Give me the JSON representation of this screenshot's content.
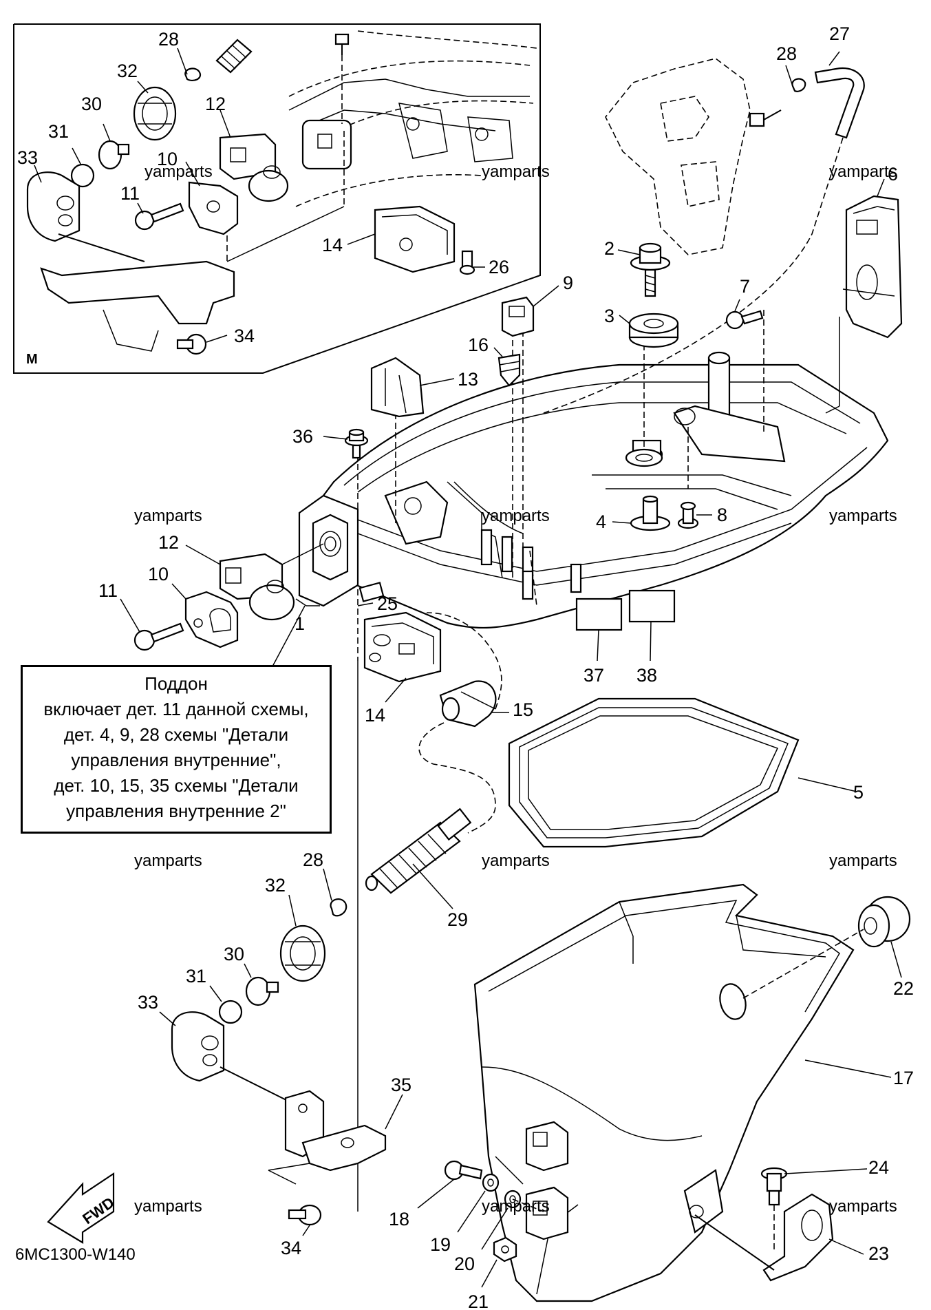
{
  "diagram_code": "6MC1300-W140",
  "inset_label": "M",
  "fwd_label": "FWD",
  "watermark": "yamparts",
  "note": {
    "lines": [
      "Поддон",
      "включает дет. 11 данной схемы,",
      "дет. 4, 9, 28 схемы \"Детали",
      "управления внутренние\",",
      "дет. 10, 15, 35 схемы \"Детали",
      "управления внутренние 2\""
    ]
  },
  "callouts": {
    "inset_28": "28",
    "inset_32": "32",
    "inset_30": "30",
    "inset_31": "31",
    "inset_33": "33",
    "inset_12": "12",
    "inset_10": "10",
    "inset_11": "11",
    "inset_14": "14",
    "inset_26": "26",
    "inset_34": "34",
    "p27": "27",
    "p28_top": "28",
    "p6": "6",
    "p2": "2",
    "p3": "3",
    "p7": "7",
    "p9": "9",
    "p16": "16",
    "p13": "13",
    "p36": "36",
    "p4": "4",
    "p8": "8",
    "p12": "12",
    "p10": "10",
    "p11": "11",
    "p1": "1",
    "p25": "25",
    "p14": "14",
    "p37": "37",
    "p38": "38",
    "p15": "15",
    "p5": "5",
    "p28": "28",
    "p32": "32",
    "p29": "29",
    "p30": "30",
    "p31": "31",
    "p33": "33",
    "p22": "22",
    "p17": "17",
    "p35": "35",
    "p34": "34",
    "p24": "24",
    "p18": "18",
    "p19": "19",
    "p20": "20",
    "p21": "21",
    "p23": "23"
  }
}
